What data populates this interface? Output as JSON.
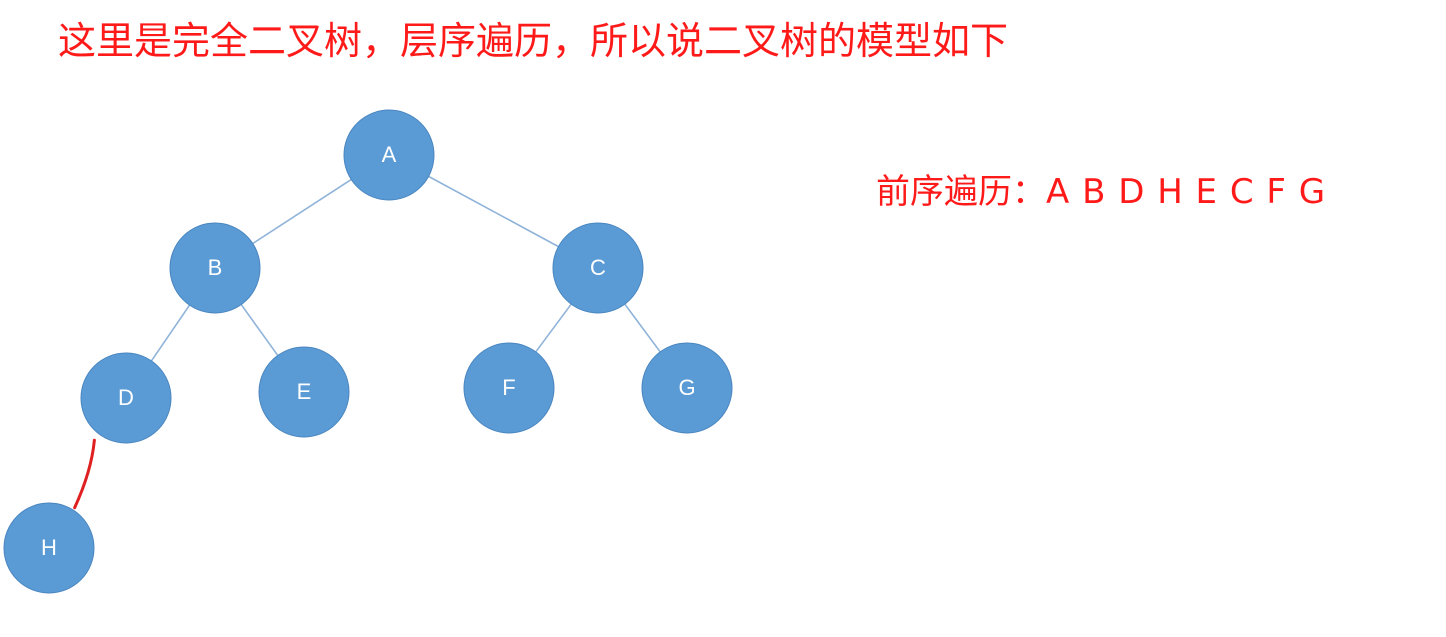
{
  "title": "这里是完全二叉树，层序遍历，所以说二叉树的模型如下",
  "preorder": {
    "label": "前序遍历：",
    "sequence": "A B D H E C F G"
  },
  "colors": {
    "text_accent": "#ff1a1a",
    "node_fill": "#5b9bd5",
    "node_stroke": "#4a86c0",
    "edge": "#8fb3d9",
    "highlight_edge": "#e02020"
  },
  "tree": {
    "nodes": [
      {
        "id": "A",
        "label": "A"
      },
      {
        "id": "B",
        "label": "B"
      },
      {
        "id": "C",
        "label": "C"
      },
      {
        "id": "D",
        "label": "D"
      },
      {
        "id": "E",
        "label": "E"
      },
      {
        "id": "F",
        "label": "F"
      },
      {
        "id": "G",
        "label": "G"
      },
      {
        "id": "H",
        "label": "H"
      }
    ],
    "edges": [
      {
        "from": "A",
        "to": "B"
      },
      {
        "from": "A",
        "to": "C"
      },
      {
        "from": "B",
        "to": "D"
      },
      {
        "from": "B",
        "to": "E"
      },
      {
        "from": "C",
        "to": "F"
      },
      {
        "from": "C",
        "to": "G"
      },
      {
        "from": "D",
        "to": "H",
        "highlight": true
      }
    ]
  }
}
